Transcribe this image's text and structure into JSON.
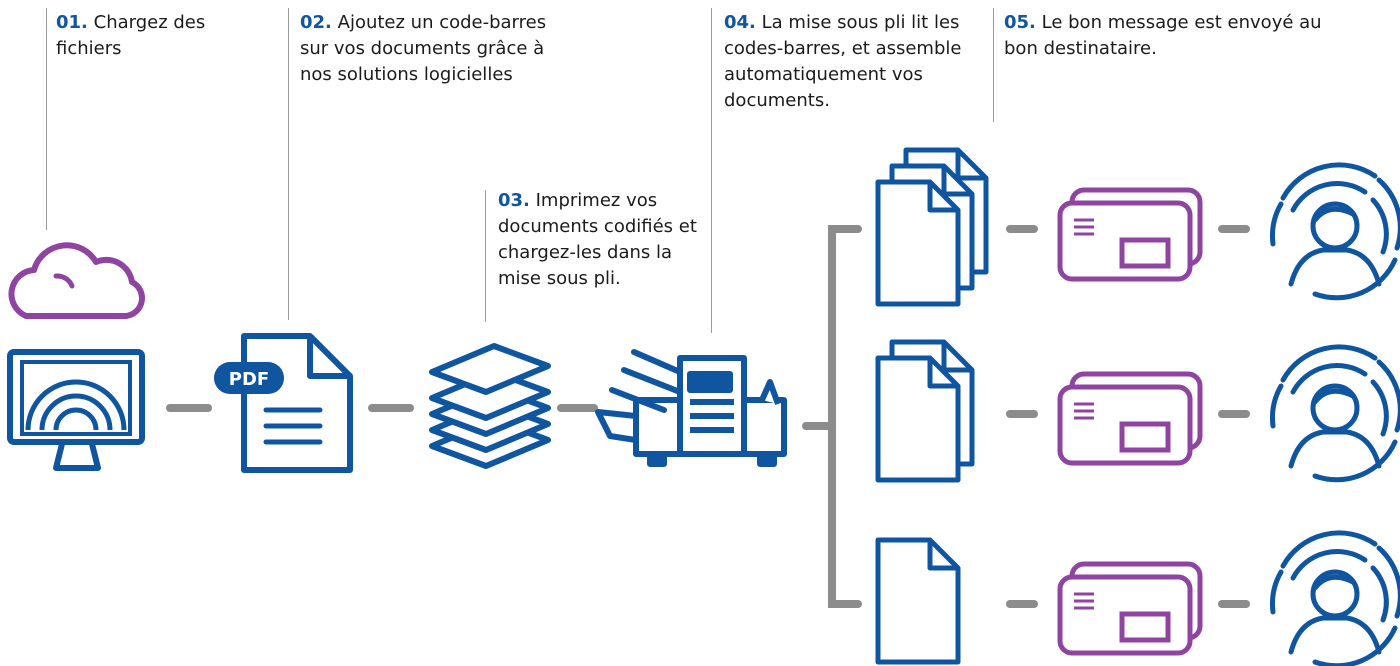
{
  "colors": {
    "blue": "#0f55a0",
    "purple": "#8e44a0",
    "connector_gray": "#8c8c8c",
    "text": "#1b1b1b"
  },
  "steps": [
    {
      "number": "01.",
      "text": "Chargez des fichiers"
    },
    {
      "number": "02.",
      "text": "Ajoutez un code-barres sur vos documents grâce à nos solutions logicielles"
    },
    {
      "number": "03.",
      "text": "Imprimez vos documents codifiés et chargez-les dans la mise sous pli."
    },
    {
      "number": "04.",
      "text": "La mise sous pli lit les codes-barres, et assemble automatiquement vos documents."
    },
    {
      "number": "05.",
      "text": "Le bon message est envoyé au bon destinataire."
    }
  ],
  "icons": {
    "pdf_badge": "PDF",
    "list": [
      "cloud-icon",
      "monitor-icon",
      "pdf-document-icon",
      "paper-stack-icon",
      "inserter-machine-icon",
      "document-stack-icon",
      "envelope-icon",
      "person-icon"
    ]
  }
}
